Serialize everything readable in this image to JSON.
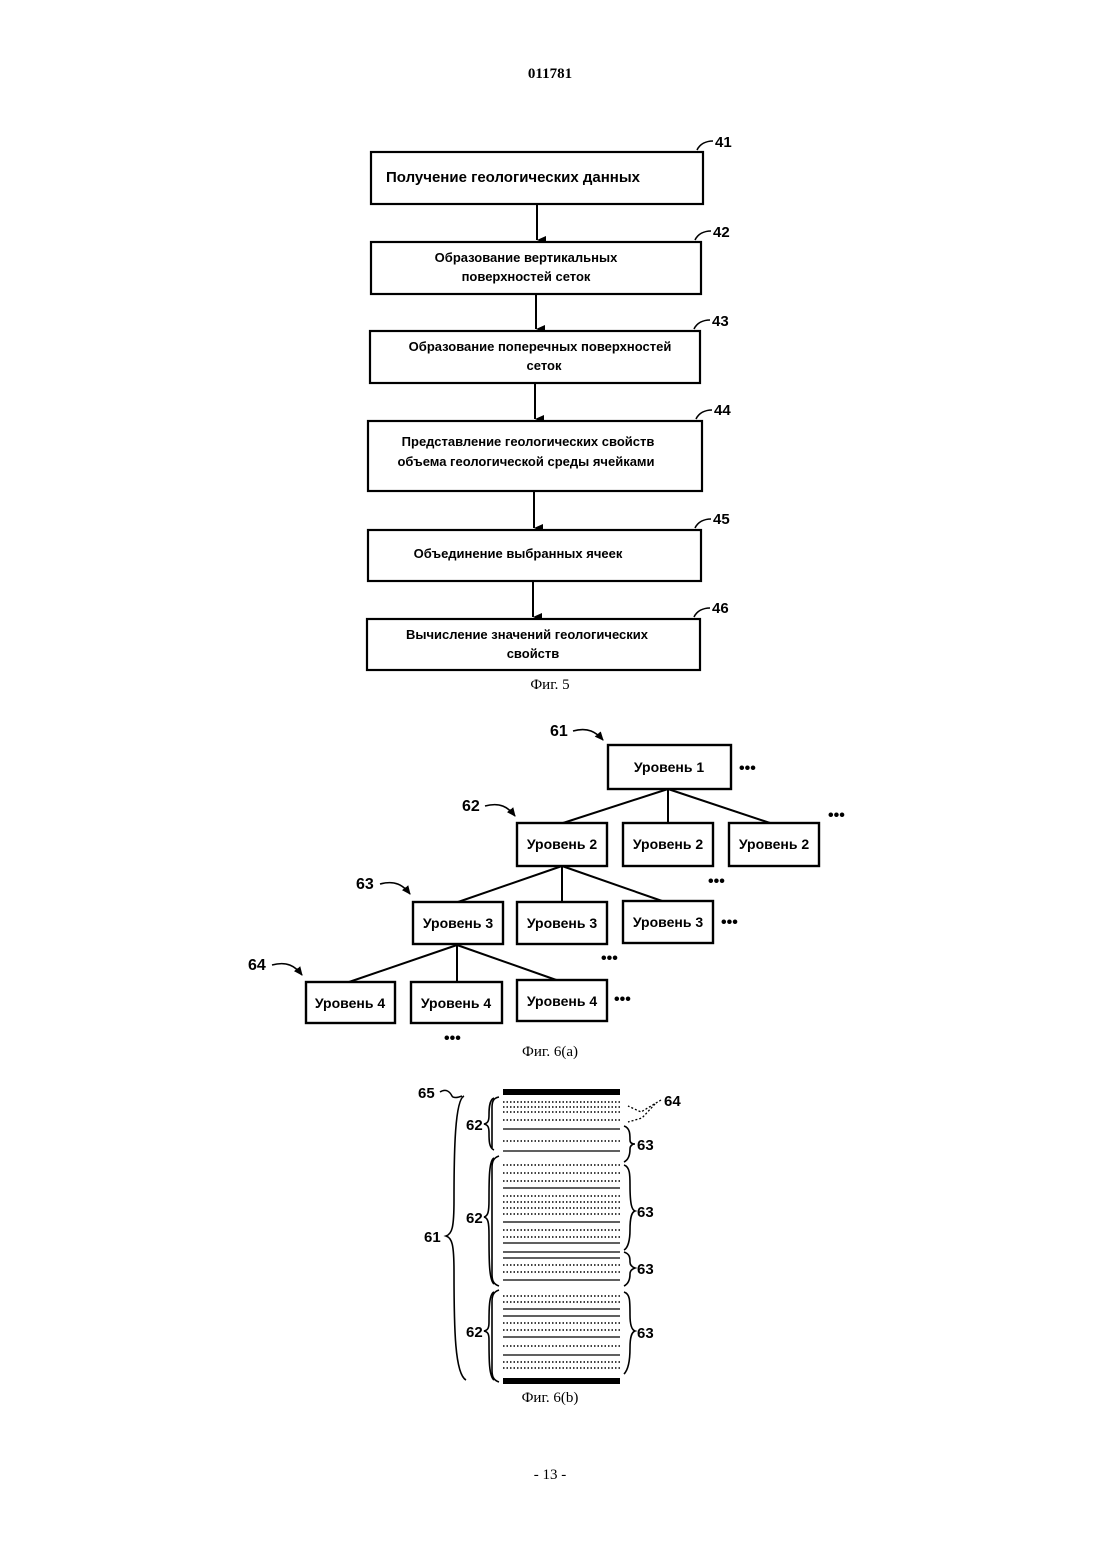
{
  "document_number": "011781",
  "page_footer": "- 13 -",
  "fig5": {
    "caption": "Фиг. 5",
    "steps": [
      {
        "ref": "41",
        "lines": [
          "Получение геологических данных"
        ]
      },
      {
        "ref": "42",
        "lines": [
          "Образование вертикальных",
          "поверхностей сеток"
        ]
      },
      {
        "ref": "43",
        "lines": [
          "Образование поперечных поверхностей",
          "сеток"
        ]
      },
      {
        "ref": "44",
        "lines": [
          "Представление геологических свойств",
          "объема геологической среды ячейками"
        ]
      },
      {
        "ref": "45",
        "lines": [
          "Объединение выбранных ячеек"
        ]
      },
      {
        "ref": "46",
        "lines": [
          "Вычисление значений геологических",
          "свойств"
        ]
      }
    ]
  },
  "fig6a": {
    "caption": "Фиг. 6(a)",
    "ellipsis": "•••",
    "refs": {
      "level1": "61",
      "level2": "62",
      "level3": "63",
      "level4": "64"
    },
    "labels": {
      "level1": "Уровень 1",
      "level2": "Уровень 2",
      "level3": "Уровень 3",
      "level4": "Уровень 4"
    }
  },
  "fig6b": {
    "caption": "Фиг. 6(b)",
    "refs": {
      "outer": "65",
      "level1": "61",
      "level2": "62",
      "level3": "63",
      "level4": "64"
    }
  }
}
